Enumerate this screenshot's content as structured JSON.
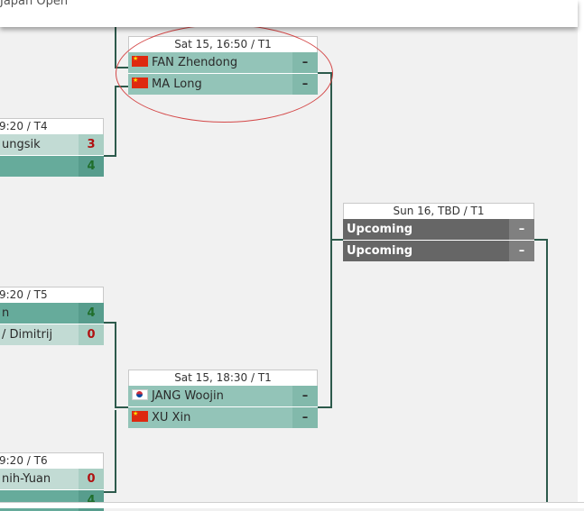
{
  "tournament_title": "Japan Open",
  "colors": {
    "line": "#2d5a4c",
    "highlight_ellipse": "#d44848",
    "score_loss": "#b01010",
    "score_win": "#1f6e2b",
    "upcoming_bg": "#666666"
  },
  "partial_matches": [
    {
      "header": "9:20 / T4",
      "players": [
        {
          "name": "ungsik",
          "score": "3"
        },
        {
          "name": "",
          "score": "4"
        }
      ]
    },
    {
      "header": "9:20 / T5",
      "players": [
        {
          "name": "n",
          "score": "4"
        },
        {
          "name": "/ Dimitrij",
          "score": "0"
        }
      ]
    },
    {
      "header": "9:20 / T6",
      "players": [
        {
          "name": "nih-Yuan",
          "score": "0"
        },
        {
          "name": "",
          "score": "4"
        }
      ]
    }
  ],
  "quarter_matches": [
    {
      "header": "Sat 15, 16:50 / T1",
      "players": [
        {
          "name": "FAN Zhendong",
          "flag": "china-flag-icon",
          "score": "–"
        },
        {
          "name": "MA Long",
          "flag": "china-flag-icon",
          "score": "–"
        }
      ]
    },
    {
      "header": "Sat 15, 18:30 / T1",
      "players": [
        {
          "name": "JANG Woojin",
          "flag": "korea-flag-icon",
          "score": "–"
        },
        {
          "name": "XU Xin",
          "flag": "china-flag-icon",
          "score": "–"
        }
      ]
    }
  ],
  "final_match": {
    "header": "Sun 16, TBD / T1",
    "players": [
      {
        "name": "Upcoming",
        "score": "–"
      },
      {
        "name": "Upcoming",
        "score": "–"
      }
    ]
  }
}
